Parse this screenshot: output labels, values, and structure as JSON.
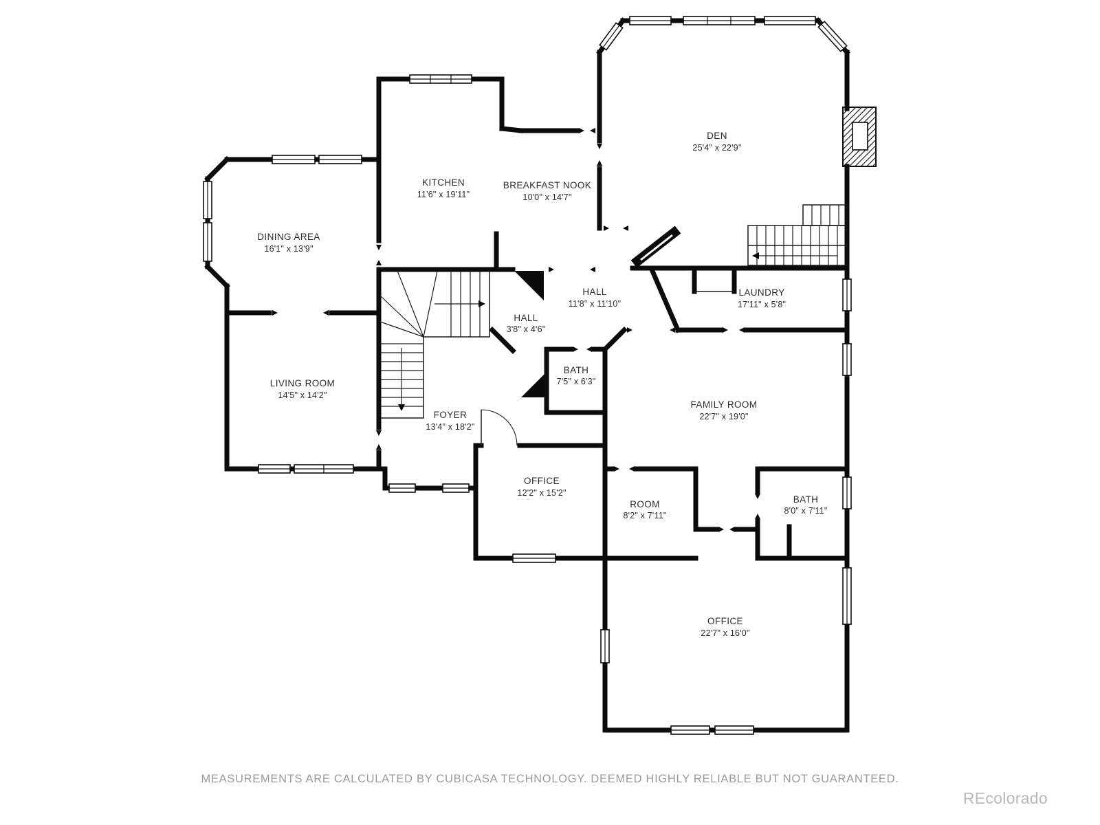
{
  "page": {
    "background": "#ffffff",
    "wall_color": "#0b0b0b"
  },
  "rooms": [
    {
      "name": "DEN",
      "dims": "25'4\" x 22'9\""
    },
    {
      "name": "KITCHEN",
      "dims": "11'6\" x 19'11\""
    },
    {
      "name": "BREAKFAST NOOK",
      "dims": "10'0\" x 14'7\""
    },
    {
      "name": "DINING AREA",
      "dims": "16'1\" x 13'9\""
    },
    {
      "name": "HALL",
      "dims": "11'8\" x 11'10\""
    },
    {
      "name": "LAUNDRY",
      "dims": "17'11\" x 5'8\""
    },
    {
      "name": "HALL",
      "dims": "3'8\" x 4'6\""
    },
    {
      "name": "BATH",
      "dims": "7'5\" x 6'3\""
    },
    {
      "name": "LIVING ROOM",
      "dims": "14'5\" x 14'2\""
    },
    {
      "name": "FAMILY ROOM",
      "dims": "22'7\" x 19'0\""
    },
    {
      "name": "FOYER",
      "dims": "13'4\" x 18'2\""
    },
    {
      "name": "OFFICE",
      "dims": "12'2\" x 15'2\""
    },
    {
      "name": "ROOM",
      "dims": "8'2\" x 7'11\""
    },
    {
      "name": "BATH",
      "dims": "8'0\" x 7'11\""
    },
    {
      "name": "OFFICE",
      "dims": "22'7\" x 16'0\""
    }
  ],
  "footer": {
    "disclaimer": "MEASUREMENTS ARE CALCULATED BY CUBICASA TECHNOLOGY. DEEMED HIGHLY RELIABLE BUT NOT GUARANTEED."
  },
  "watermark": "REcolorado"
}
